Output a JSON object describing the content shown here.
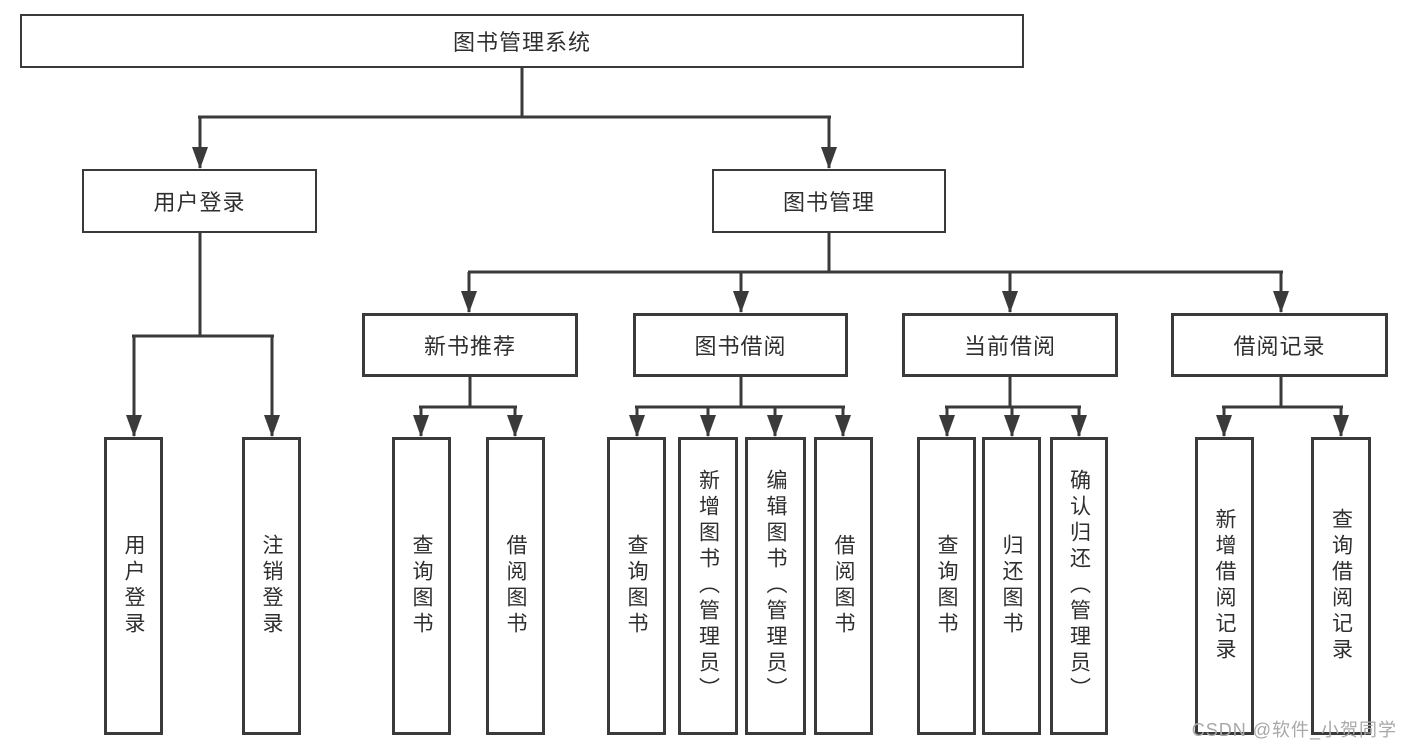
{
  "tree": {
    "root": "图书管理系统",
    "login_branch": {
      "label": "用户登录",
      "leaves": [
        "用户登录",
        "注销登录"
      ]
    },
    "management_branch": {
      "label": "图书管理",
      "sections": [
        {
          "label": "新书推荐",
          "leaves": [
            "查询图书",
            "借阅图书"
          ]
        },
        {
          "label": "图书借阅",
          "leaves": [
            "查询图书",
            "新增图书（管理员）",
            "编辑图书（管理员）",
            "借阅图书"
          ]
        },
        {
          "label": "当前借阅",
          "leaves": [
            "查询图书",
            "归还图书",
            "确认归还（管理员）"
          ]
        },
        {
          "label": "借阅记录",
          "leaves": [
            "新增借阅记录",
            "查询借阅记录"
          ]
        }
      ]
    }
  },
  "watermark": "CSDN @软件_小贺同学",
  "colors": {
    "line": "#3a3a3a",
    "box_border": "#3a3a3a",
    "text": "#2f2f2f",
    "watermark": "#a8a8a8",
    "background": "#ffffff"
  }
}
